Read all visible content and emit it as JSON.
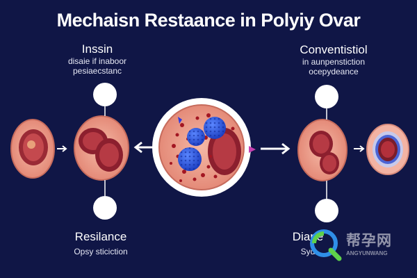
{
  "title": "Mechaisn Restaance in Polyiy  Ovar",
  "left_top": {
    "heading": "Inssin",
    "line1": "disaie if inaboor",
    "line2": "pesiaecstanc"
  },
  "right_top": {
    "heading": "Conventistiol",
    "line1": "in aunpenstiction",
    "line2": "ocepydeance"
  },
  "left_bottom": {
    "heading": "Resilance",
    "line1": "Opsy sticiction"
  },
  "right_bottom": {
    "heading": "Diane",
    "line1": "Syd"
  },
  "watermark": {
    "text": "帮孕网",
    "sub": "ANGYUNWANG"
  },
  "colors": {
    "background": "#101646",
    "cell_fill": "#eb9784",
    "cell_dark": "#8c1f2e",
    "blue": "#2d55e0",
    "arrow": "#ffffff"
  }
}
